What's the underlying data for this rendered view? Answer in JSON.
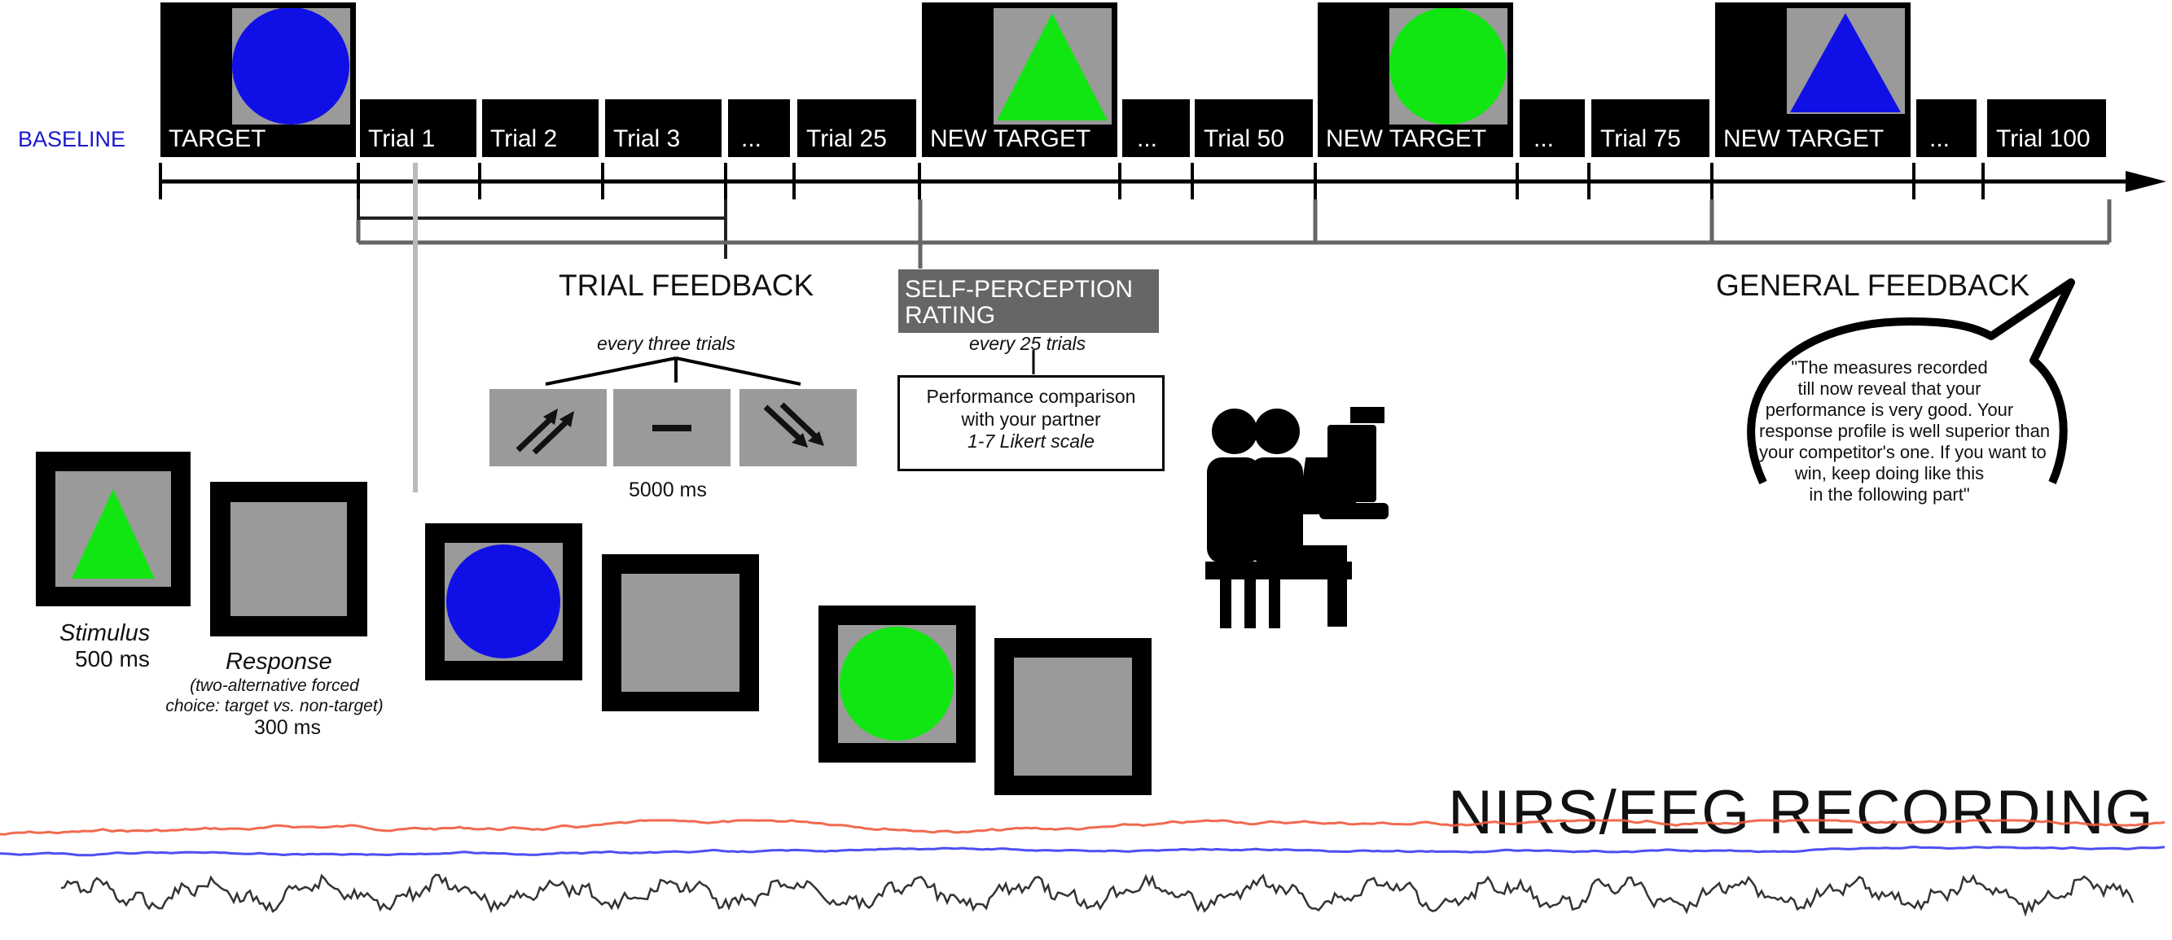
{
  "baseline_label": "BASELINE",
  "timeline": {
    "segments": [
      {
        "label": "TARGET",
        "shape": "circle",
        "shape_color": "#1010e6"
      },
      {
        "label": "Trial 1"
      },
      {
        "label": "Trial 2"
      },
      {
        "label": "Trial 3"
      },
      {
        "label": "..."
      },
      {
        "label": "Trial 25"
      },
      {
        "label": "NEW TARGET",
        "shape": "triangle",
        "shape_color": "#12e612"
      },
      {
        "label": "..."
      },
      {
        "label": "Trial 50"
      },
      {
        "label": "NEW TARGET",
        "shape": "circle",
        "shape_color": "#12e612"
      },
      {
        "label": "..."
      },
      {
        "label": "Trial 75"
      },
      {
        "label": "NEW TARGET",
        "shape": "triangle",
        "shape_color": "#1010e6"
      },
      {
        "label": "..."
      },
      {
        "label": "Trial 100"
      }
    ]
  },
  "trial_feedback": {
    "title": "TRIAL FEEDBACK",
    "frequency": "every three trials",
    "icons": [
      "double-arrow-up-icon",
      "dash-icon",
      "double-arrow-down-icon"
    ],
    "duration": "5000 ms"
  },
  "self_perception": {
    "title_line1": "SELF-PERCEPTION",
    "title_line2": "RATING",
    "frequency": "every 25 trials",
    "box_line1": "Performance comparison",
    "box_line2": "with your partner",
    "box_line3": "1-7 Likert scale"
  },
  "general_feedback": {
    "title": "GENERAL FEEDBACK",
    "quote_lines": [
      "\"The measures recorded",
      "till now reveal that your",
      "performance is very good. Your",
      "response profile is well superior than",
      "your competitor's one. If you want to",
      "win, keep doing like this",
      "in the following part\""
    ]
  },
  "stimulus": {
    "label": "Stimulus",
    "duration": "500 ms"
  },
  "response": {
    "label": "Response",
    "note_line1": "(two-alternative forced",
    "note_line2": "choice: target vs. non-target)",
    "duration": "300 ms"
  },
  "recording_label": "NIRS/EEG RECORDING",
  "colors": {
    "red_signal": "#f05a3c",
    "blue_signal": "#3c3cf0",
    "black_signal": "#333333",
    "gray": "#999999",
    "baseline_blue": "#1a1acc"
  }
}
